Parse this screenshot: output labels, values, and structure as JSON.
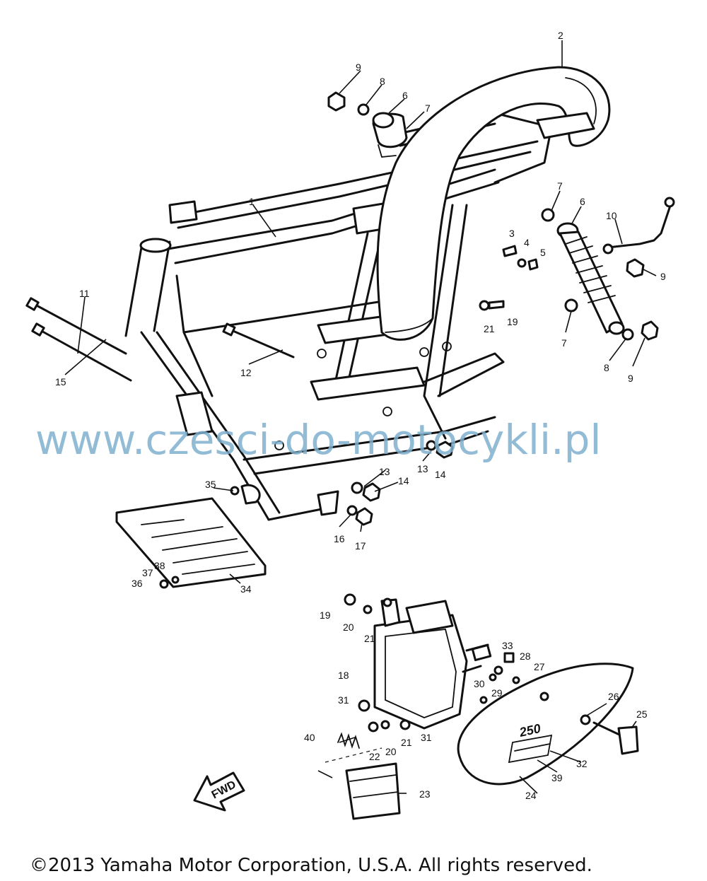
{
  "callouts": [
    "2",
    "9",
    "8",
    "6",
    "7",
    "1",
    "7",
    "6",
    "10",
    "3",
    "4",
    "5",
    "9",
    "11",
    "21",
    "19",
    "7",
    "15",
    "12",
    "8",
    "9",
    "13",
    "13",
    "14",
    "35",
    "14",
    "16",
    "17",
    "38",
    "37",
    "36",
    "34",
    "19",
    "20",
    "21",
    "33",
    "28",
    "27",
    "18",
    "30",
    "29",
    "26",
    "31",
    "25",
    "40",
    "22",
    "20",
    "21",
    "31",
    "32",
    "39",
    "24",
    "23"
  ],
  "watermark": "www.czesci-do-motocykli.pl",
  "copyright": "©2013 Yamaha Motor Corporation, U.S.A. All rights reserved.",
  "fwd_label": "FWD",
  "badge_label": "250",
  "colors": {
    "watermark": "#7fb0cf",
    "ink": "#111111",
    "background": "#ffffff"
  }
}
